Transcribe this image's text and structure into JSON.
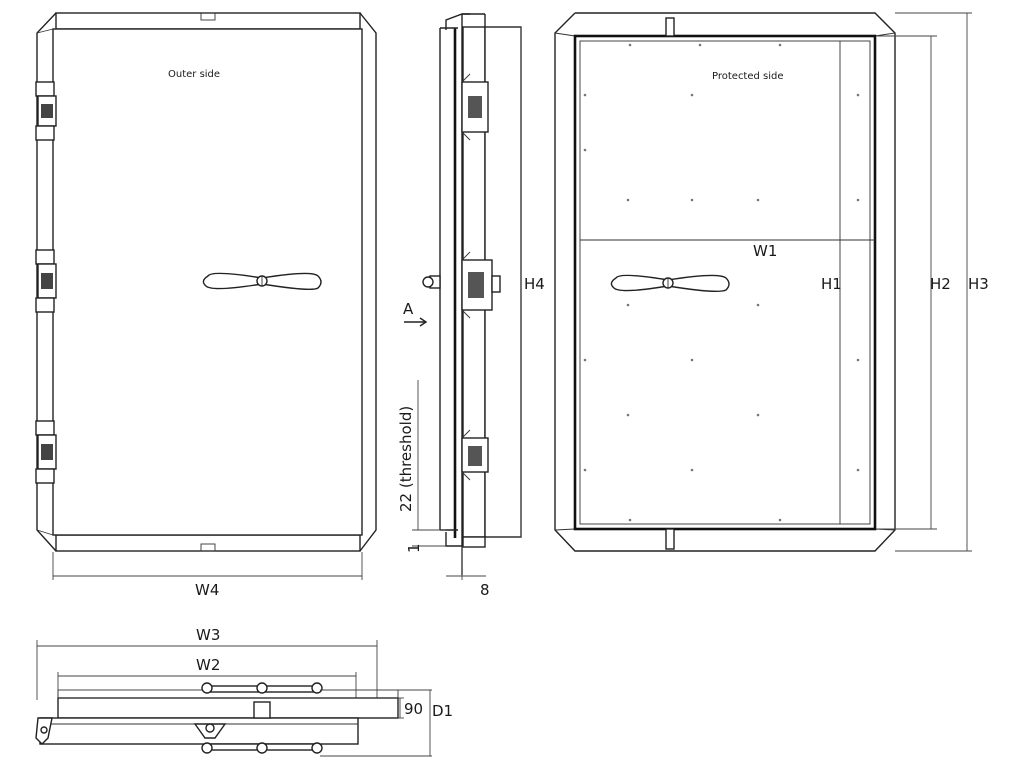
{
  "views": {
    "outer_side": {
      "caption": "Outer side",
      "width_label": "W4"
    },
    "side_section": {
      "arrow_label": "A",
      "height_label": "H4",
      "threshold_label": "22 (threshold)",
      "small_dim_label": "1",
      "depth_label": "8"
    },
    "protected_side": {
      "caption": "Protected side",
      "width_label": "W1",
      "height_labels": [
        "H1",
        "H2",
        "H3"
      ]
    },
    "top_section": {
      "overall_width_label": "W3",
      "leaf_width_label": "W2",
      "leaf_thickness_label": "90",
      "depth_label": "D1"
    }
  }
}
